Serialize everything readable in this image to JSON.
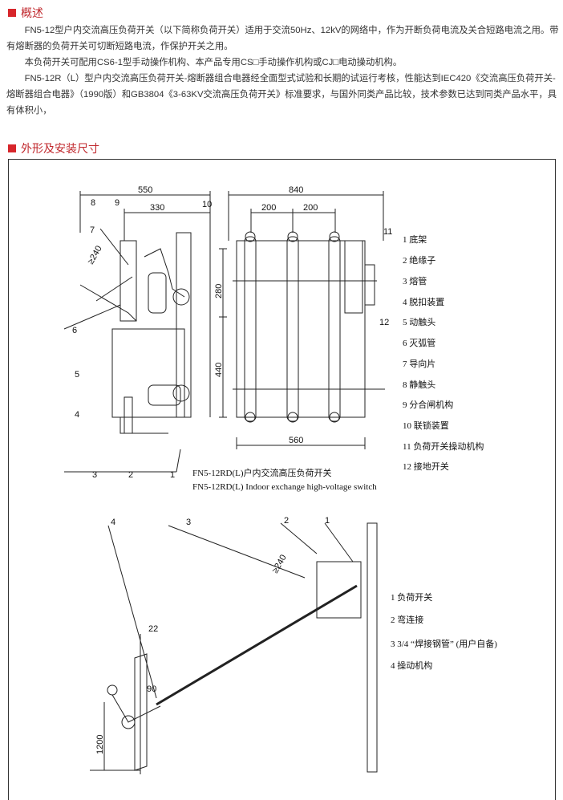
{
  "sections": {
    "overview": "概述",
    "dimensions": "外形及安装尺寸"
  },
  "paragraphs": [
    "FN5-12型户内交流高压负荷开关（以下简称负荷开关）适用于交流50Hz、12kV的网络中，作为开断负荷电流及关合短路电流之用。带有熔断器的负荷开关可切断短路电流，作保护开关之用。",
    "本负荷开关可配用CS6-1型手动操作机构、本产品专用CS□手动操作机构或CJ□电动操动机构。",
    "FN5-12R（L）型户内交流高压负荷开关-熔断器组合电器经全面型式试验和长期的试运行考核，性能达到IEC420《交流高压负荷开关-熔断器组合电器》（1990版）和GB3804《3-63KV交流高压负荷开关》标准要求，与国外同类产品比较，技术参数已达到同类产品水平，具有体积小，"
  ],
  "drawing1": {
    "dims": {
      "d550": "550",
      "d330": "330",
      "d840": "840",
      "d200a": "200",
      "d200b": "200",
      "d280": "280",
      "d440": "440",
      "d560": "560",
      "d240": "≥240"
    },
    "callouts": [
      "1",
      "2",
      "3",
      "4",
      "5",
      "6",
      "7",
      "8",
      "9",
      "10",
      "11",
      "12"
    ],
    "caption_cn": "FN5-12RD(L)户内交流高压负荷开关",
    "caption_en": "FN5-12RD(L) Indoor exchange high-voltage switch",
    "legend": [
      "1 底架",
      "2 绝缘子",
      "3 熔管",
      "4 脱扣装置",
      "5 动触头",
      "6 灭弧管",
      "7 导向片",
      "8 静触头",
      "9 分合闸机构",
      "10 联锁装置",
      "11 负荷开关操动机构",
      "12 接地开关"
    ]
  },
  "drawing2": {
    "dims": {
      "d240": "≥240",
      "d22": "22",
      "d90": "90",
      "d1200": "1200"
    },
    "callouts": [
      "4",
      "3",
      "2",
      "1"
    ],
    "legend": [
      "1 负荷开关",
      "2 弯连接",
      "3 3/4 “焊接钢管” (用户自备)",
      "4 操动机构"
    ]
  }
}
